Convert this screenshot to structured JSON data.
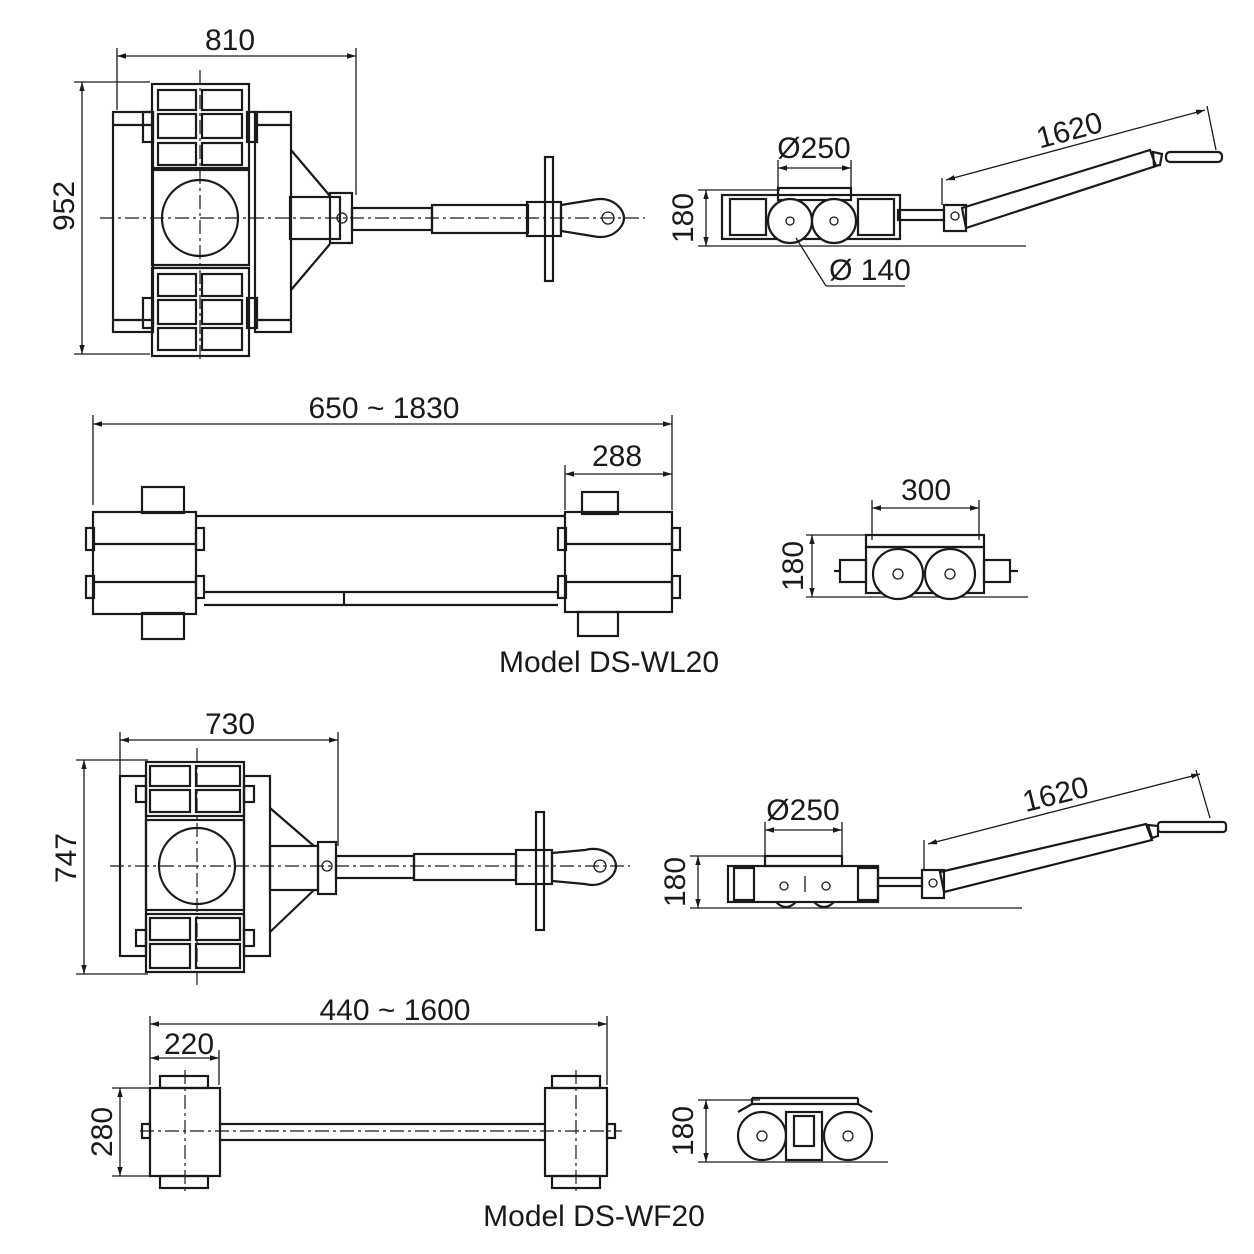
{
  "models": [
    {
      "caption": "Model DS-WL20",
      "top_view": {
        "width_dim": "810",
        "height_dim": "952"
      },
      "side_view": {
        "plate_diameter": "Ø250",
        "height_dim": "180",
        "handle_length": "1620",
        "wheel_diameter": "Ø 140"
      },
      "bottom_view": {
        "span_dim": "650 ~ 1830",
        "module_dim": "288"
      },
      "end_view": {
        "width_dim": "300",
        "height_dim": "180"
      }
    },
    {
      "caption": "Model DS-WF20",
      "top_view": {
        "width_dim": "730",
        "height_dim": "747"
      },
      "side_view": {
        "plate_diameter": "Ø250",
        "height_dim": "180",
        "handle_length": "1620"
      },
      "bottom_view": {
        "span_dim": "440 ~ 1600",
        "module_dim": "220",
        "height_dim": "280"
      },
      "end_view": {
        "height_dim": "180"
      }
    }
  ],
  "colors": {
    "line": "#1a1a1a",
    "background": "#ffffff"
  }
}
